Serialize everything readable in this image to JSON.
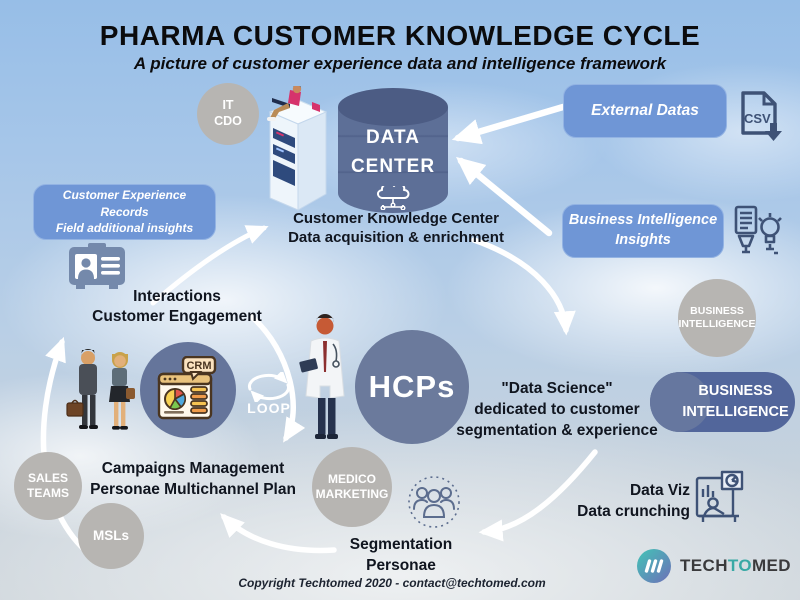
{
  "colors": {
    "accent_blue_box": "#6f96d6",
    "slate_node": "#65759b",
    "cylinder": "#5d6f97",
    "gray_circle": "#b7b5b2",
    "dark_pill": "#52669b",
    "icon_navy": "#3e5276",
    "logo_teal": "#3aa9a5"
  },
  "header": {
    "title": "PHARMA CUSTOMER KNOWLEDGE CYCLE",
    "subtitle": "A picture of customer experience data and intelligence framework"
  },
  "top": {
    "it_cdo_line1": "IT",
    "it_cdo_line2": "CDO",
    "data_center_line1": "DATA",
    "data_center_line2": "CENTER",
    "external_datas": "External Datas",
    "bi_insights_line1": "Business Intelligence",
    "bi_insights_line2": "Insights",
    "knowledge_line1": "Customer Knowledge Center",
    "knowledge_line2": "Data acquisition & enrichment"
  },
  "left": {
    "cx_line1": "Customer Experience",
    "cx_line2": "Records",
    "cx_line3": "Field additional insights",
    "interactions_line1": "Interactions",
    "interactions_line2": "Customer Engagement",
    "sales_line1": "SALES",
    "sales_line2": "TEAMS",
    "msls": "MSLs",
    "campaigns_line1": "Campaigns Management",
    "campaigns_line2": "Personae Multichannel Plan"
  },
  "center": {
    "hcps": "HCPs",
    "loop": "LOOP",
    "crm": "CRM",
    "medico_line1": "MEDICO",
    "medico_line2": "MARKETING",
    "segmentation_line1": "Segmentation",
    "segmentation_line2": "Personae"
  },
  "right": {
    "ds_line1": "\"Data Science\"",
    "ds_line2": "dedicated to customer",
    "ds_line3": "segmentation & experience",
    "bi_circle_line1": "BUSINESS",
    "bi_circle_line2": "INTELLIGENCE",
    "bi_pill_line1": "BUSINESS",
    "bi_pill_line2": "INTELLIGENCE",
    "dataviz_line1": "Data Viz",
    "dataviz_line2": "Data crunching",
    "csv": "CSV"
  },
  "footer": {
    "copyright": "Copyright Techtomed 2020 - contact@techtomed.com",
    "logo_part1": "TECH",
    "logo_part2": "TO",
    "logo_part3": "MED"
  }
}
